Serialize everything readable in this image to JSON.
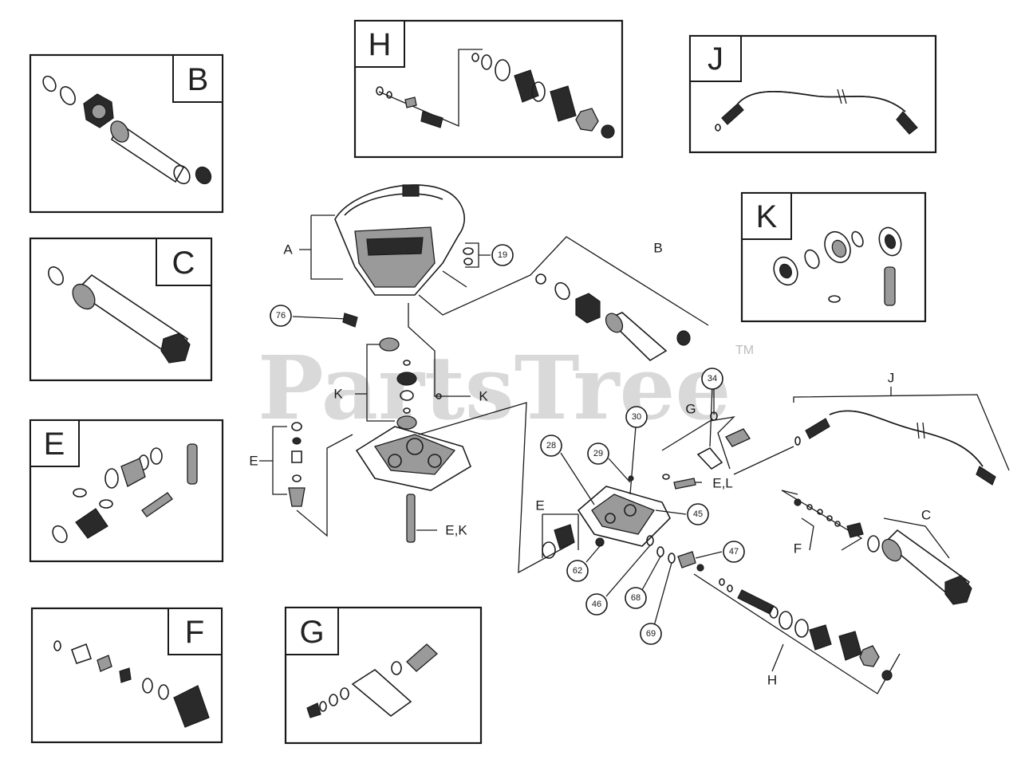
{
  "watermark": {
    "brand": "PartsTree",
    "trademark": "TM"
  },
  "kits": [
    {
      "letter": "B"
    },
    {
      "letter": "C"
    },
    {
      "letter": "E"
    },
    {
      "letter": "F"
    },
    {
      "letter": "G"
    },
    {
      "letter": "H"
    },
    {
      "letter": "J"
    },
    {
      "letter": "K"
    }
  ],
  "callouts": [
    "19",
    "76",
    "34",
    "30",
    "28",
    "29",
    "45",
    "47",
    "62",
    "46",
    "68",
    "69"
  ],
  "reference_labels": [
    "A",
    "B",
    "K",
    "K",
    "E",
    "E,K",
    "G",
    "E,L",
    "E",
    "J",
    "C",
    "F",
    "H"
  ]
}
